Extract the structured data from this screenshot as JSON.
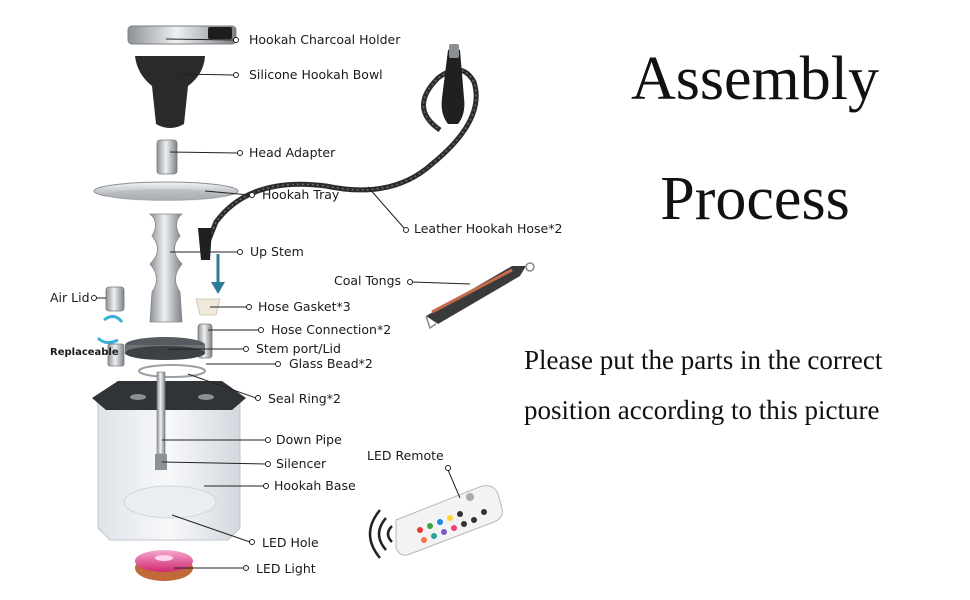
{
  "title": {
    "line1": "Assembly",
    "line2": "Process"
  },
  "instruction": {
    "line1": "Please put the parts in the correct",
    "line2": "position according to this picture"
  },
  "parts": [
    "Hookah Charcoal Holder",
    "Silicone Hookah Bowl",
    "Head Adapter",
    "Hookah Tray",
    "Leather Hookah Hose*2",
    "Up Stem",
    "Coal Tongs",
    "Air Lid",
    "Hose Gasket*3",
    "Hose Connection*2",
    "Replaceable",
    "Stem port/Lid",
    "Glass Bead*2",
    "Seal Ring*2",
    "Down Pipe",
    "Silencer",
    "LED Remote",
    "Hookah Base",
    "LED Hole",
    "LED Light"
  ],
  "colors": {
    "led_pink": "#e8388a",
    "arrow_teal": "#2e7d94",
    "metal": "#b8bcc0"
  }
}
